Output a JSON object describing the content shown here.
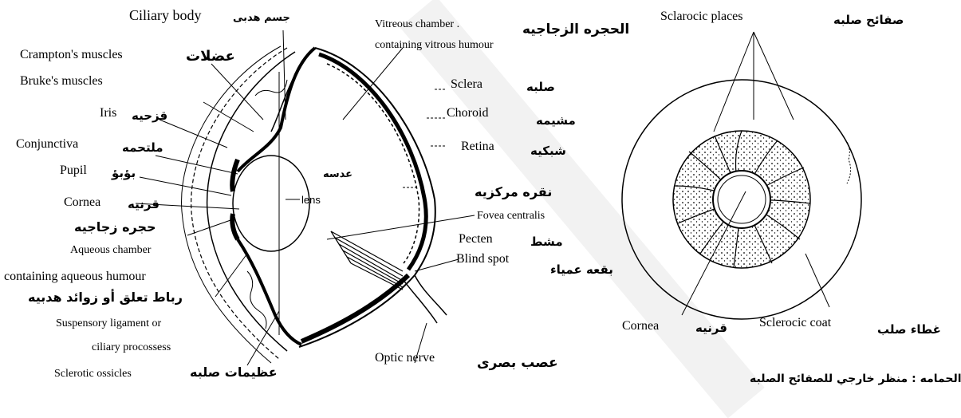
{
  "eye": {
    "ciliary_body_en": "Ciliary body",
    "ciliary_body_ar": "جسم هدبى",
    "vitreous_en_1": "Vitreous chamber .",
    "vitreous_en_2": "containing vitrous humour",
    "vitreous_ar": "الحجره الزجاجيه",
    "cramptons_en": "Crampton's muscles",
    "muscles_ar": "عضلات",
    "brukes_en": "Bruke's muscles",
    "sclera_en": "Sclera",
    "sclera_ar": "صلبه",
    "iris_en": "Iris",
    "iris_ar": "قزحيه",
    "choroid_en": "Choroid",
    "choroid_ar": "مشيمه",
    "conjunctiva_en": "Conjunctiva",
    "conjunctiva_ar": "ملتحمه",
    "retina_en": "Retina",
    "retina_ar": "شبكيه",
    "pupil_en": "Pupil",
    "pupil_ar": "بؤبؤ",
    "lens_ar": "عدسه",
    "lens_en": "lens",
    "cornea_en": "Cornea",
    "cornea_ar": "قرنيه",
    "fovea_ar": "نقره مركزيه",
    "fovea_en": "Fovea centralis",
    "aqueous_ar": "حجره زجاجيه",
    "aqueous_en_1": "Aqueous chamber",
    "aqueous_en_2": "containing aqueous humour",
    "pecten_en": "Pecten",
    "pecten_ar": "مشط",
    "blind_en": "Blind spot",
    "blind_ar": "بقعه عمياء",
    "ligament_ar": "رباط تعلق أو زوائد هدبيه",
    "ligament_en_1": "Suspensory ligament or",
    "ligament_en_2": "ciliary procossess",
    "ossicles_en": "Sclerotic ossicles",
    "ossicles_ar": "عظيمات صلبه",
    "optic_en": "Optic nerve",
    "optic_ar": "عصب بصرى"
  },
  "ring": {
    "plates_en": "Sclarocic places",
    "plates_ar": "صفائح صلبه",
    "cornea_en": "Cornea",
    "cornea_ar": "قرنيه",
    "coat_en": "Sclerocic coat",
    "coat_ar": "غطاء صلب",
    "caption_ar": "الحمامه : منظر خارجي للصفائح الصلبه"
  }
}
